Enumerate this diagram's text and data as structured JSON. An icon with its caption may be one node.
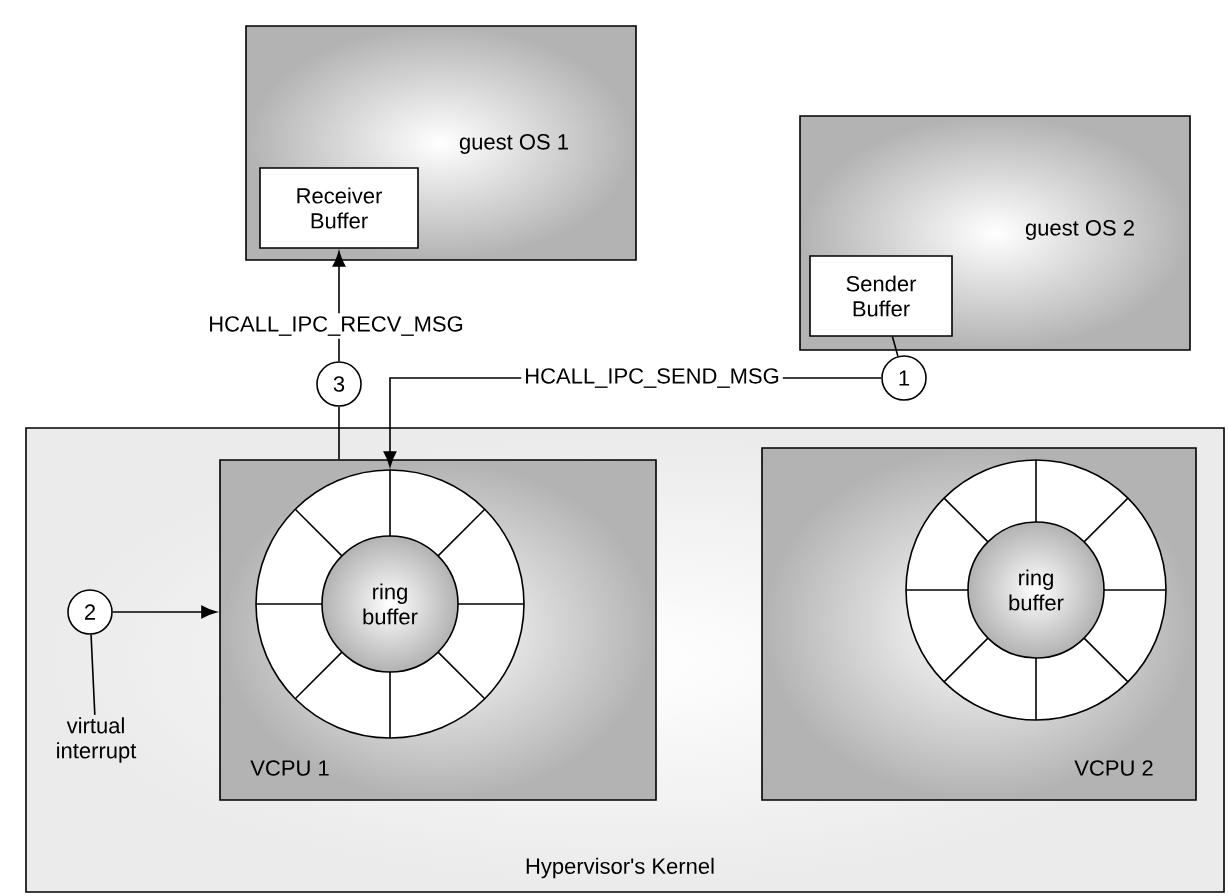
{
  "diagram": {
    "nodes": [
      {
        "text": [
          "guest OS 1"
        ]
      },
      {
        "text": [
          "Receiver Buffer"
        ],
        "in": 0
      },
      {
        "text": [
          "guest OS 2"
        ]
      },
      {
        "text": [
          "Sender Buffer"
        ],
        "in": 2
      },
      {
        "text": [
          "Hypervisor's Kernel"
        ]
      },
      {
        "text": [
          "VCPU 1"
        ],
        "in": 4
      },
      {
        "text": [
          "ring buffer"
        ],
        "in": 5
      },
      {
        "text": [
          "VCPU 2"
        ],
        "in": 4
      },
      {
        "text": [
          "ring buffer"
        ],
        "in": 7
      },
      {
        "text": [
          "1"
        ]
      },
      {
        "text": [
          "3"
        ]
      },
      {
        "text": [
          "2"
        ],
        "in": 4
      },
      {
        "text": [
          "virtual interrupt"
        ],
        "in": 4
      }
    ],
    "edges": [
      {
        "from": 3,
        "to": 9,
        "arrow": "none"
      },
      {
        "from": 9,
        "to": 6,
        "arrow": "to",
        "label": "HCALL_IPC_SEND_MSG"
      },
      {
        "from": 5,
        "to": 10,
        "arrow": "none"
      },
      {
        "from": 10,
        "to": 1,
        "arrow": "to",
        "label": "HCALL_IPC_RECV_MSG"
      },
      {
        "from": 12,
        "to": 11,
        "arrow": "none"
      },
      {
        "from": 11,
        "to": 5,
        "arrow": "to"
      }
    ]
  }
}
